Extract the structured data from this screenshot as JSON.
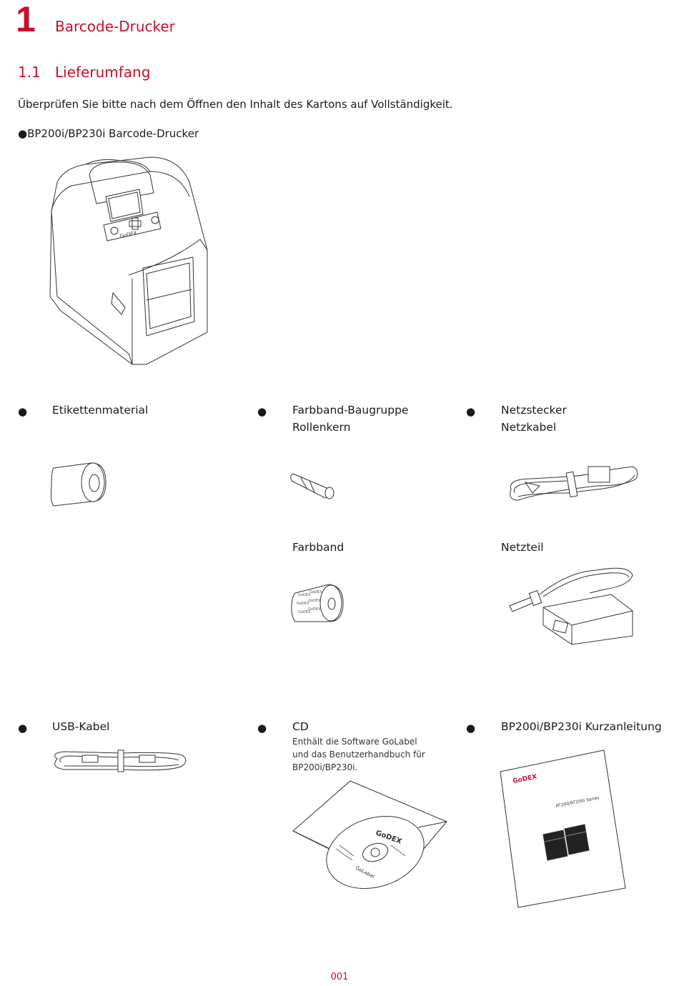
{
  "chapter": {
    "number": "1",
    "title": "Barcode-Drucker"
  },
  "section": {
    "number": "1.1",
    "title": "Lieferumfang"
  },
  "intro": "Überprüfen Sie bitte nach dem Öffnen den Inhalt des Kartons auf Vollständigkeit.",
  "printer_label": "●BP200i/BP230i Barcode-Drucker",
  "bullet_char": "●",
  "items": {
    "labels": "Etikettenmaterial",
    "ribbon_assembly": "Farbband-Baugruppe",
    "ribbon_core": "Rollenkern",
    "power_plug": "Netzstecker",
    "power_cable": "Netzkabel",
    "ribbon": "Farbband",
    "power_supply": "Netzteil",
    "usb": "USB-Kabel",
    "cd": "CD",
    "cd_note_1": "Enthält die Software GoLabel",
    "cd_note_2": "und das Benutzerhandbuch für",
    "cd_note_3": "BP200i/BP230i.",
    "quick_guide": "BP200i/BP230i Kurzanleitung"
  },
  "logos": {
    "godex": "GoDEX"
  },
  "booklet_series": "RT200/RT200i Series",
  "cd_label": "GoLabel",
  "page_number": "001",
  "colors": {
    "accent": "#c8102e",
    "text": "#1a1a1a"
  }
}
